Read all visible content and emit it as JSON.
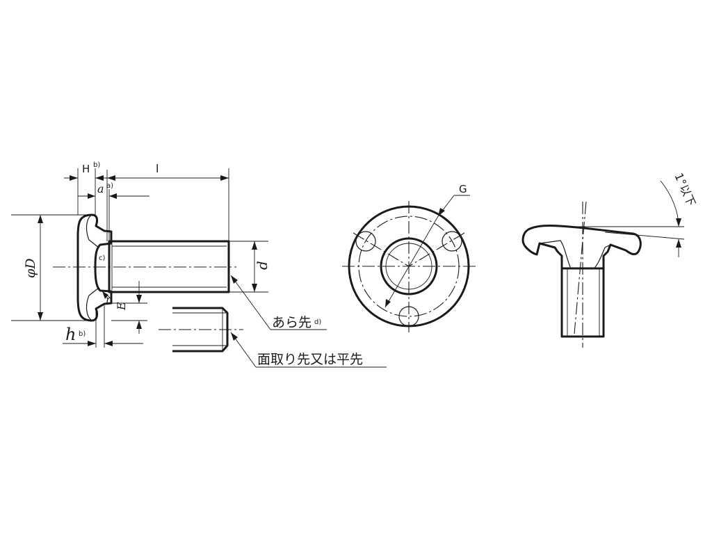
{
  "labels": {
    "H": "H",
    "H_sup": "b)",
    "l": "l",
    "a": "a",
    "a_sup": "a)",
    "phiD": "φD",
    "c_note": "c)",
    "r": "r",
    "E": "E",
    "d": "d",
    "h": "h",
    "h_sup": "b)",
    "G": "G",
    "angle": "1°以下"
  },
  "notes": {
    "rough_tip": "あら先",
    "rough_tip_sup": "d)",
    "chamfer_or_flat": "面取り先又は平先"
  }
}
